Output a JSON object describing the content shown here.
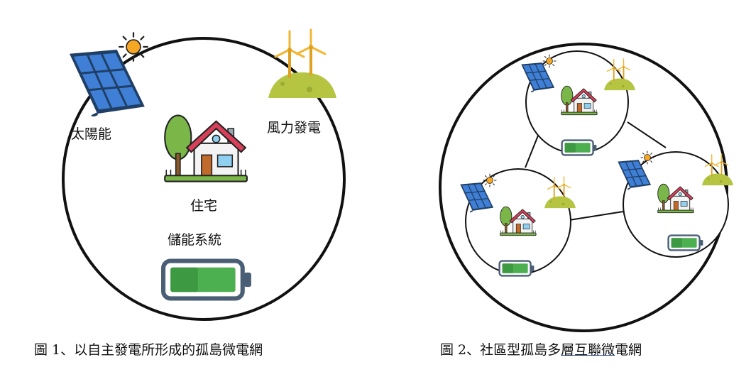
{
  "figure1": {
    "solar_label": "太陽能",
    "wind_label": "風力發電",
    "house_label": "住宅",
    "storage_label": "儲能系統",
    "caption": "圖 1、以自主發電所形成的孤島微電網"
  },
  "figure2": {
    "caption_prefix": "圖 2、社區型孤島多",
    "caption_underlined": "層互聯微",
    "caption_suffix": "電網"
  },
  "colors": {
    "line": "#111111",
    "solar_blue": "#3f7fd6",
    "solar_frame": "#1f3f66",
    "sun": "#f5a623",
    "hill": "#b5c542",
    "turbine": "#f2b632",
    "tree": "#7ab648",
    "roof": "#d8405a",
    "house_wall": "#f3f3f3",
    "door": "#c06a2b",
    "battery_green": "#4caf50",
    "battery_frame": "#4a5f75"
  }
}
